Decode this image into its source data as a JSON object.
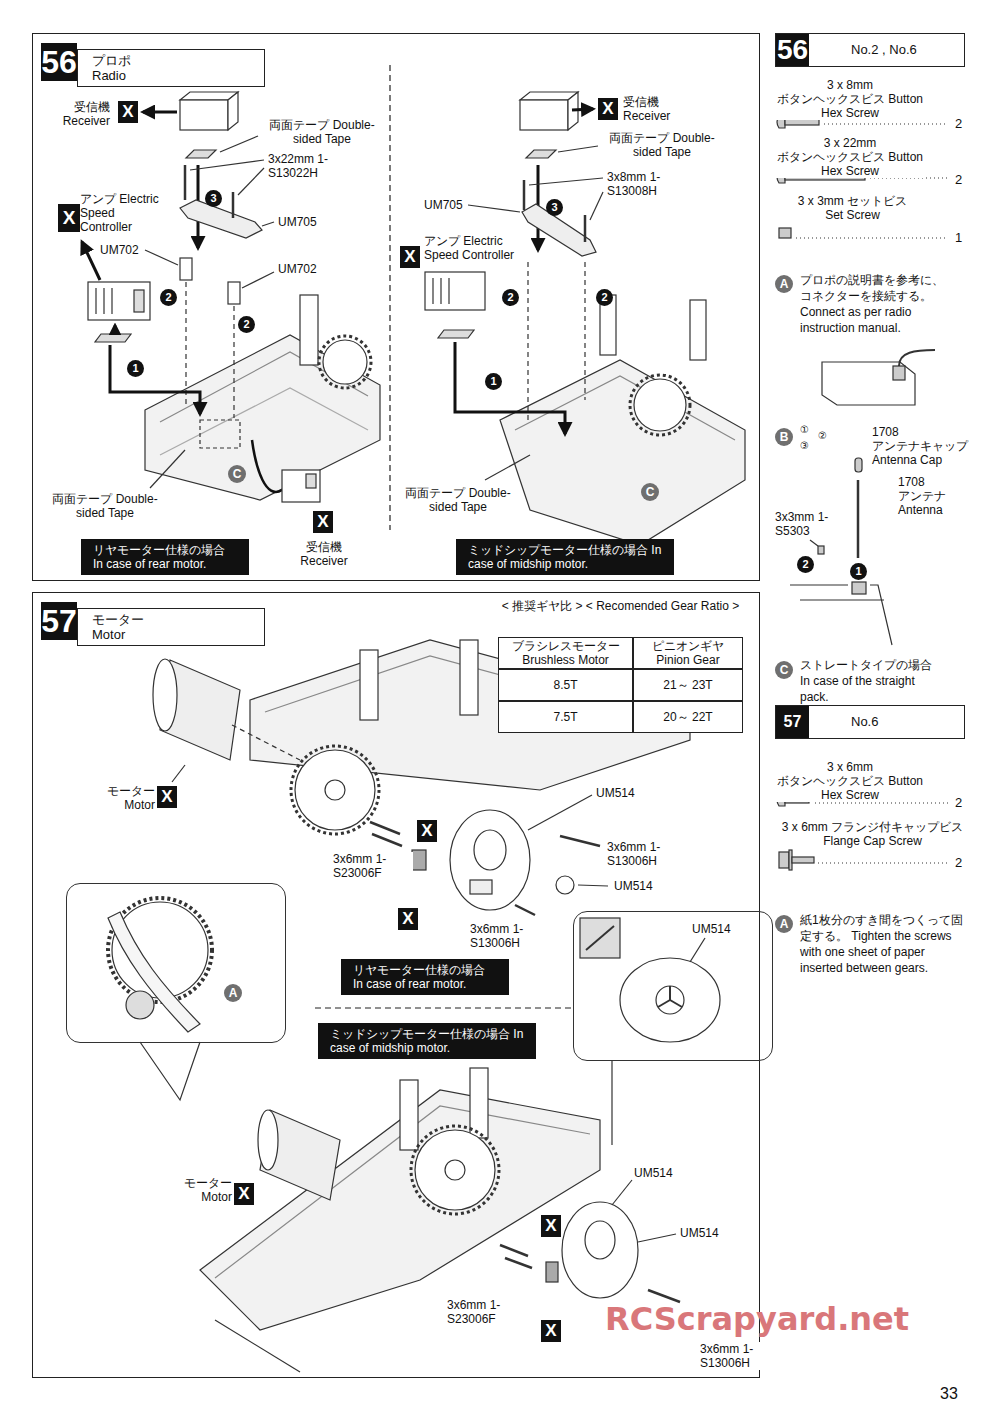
{
  "diagram": {
    "nodes": [
      {
        "text": [
          "56",
          "プロポ Radio"
        ]
      },
      {
        "text": [
          "リヤモーター仕様の場合 In case of rear motor."
        ],
        "in": 0
      },
      {
        "text": [
          "ミッドシップモーター仕様の場合 In case of midship motor."
        ],
        "in": 0
      },
      {
        "text": [
          "56",
          "No.2 , No.6"
        ]
      },
      {
        "text": [
          "57",
          "モーター Motor"
        ]
      },
      {
        "text": [
          "< 推奨ギヤ比 > < Recomended Gear Ratio >",
          "ブラシレスモーター Brushless Motor",
          "ピニオンギヤ Pinion Gear",
          "8.5T",
          "21～ 23T",
          "7.5T",
          "20～ 22T"
        ],
        "in": 4
      },
      {
        "text": [
          "A"
        ],
        "in": 4
      },
      {
        "text": [
          "リヤモーター仕様の場合 In case of rear motor."
        ],
        "in": 4
      },
      {
        "text": [
          "ミッドシップモーター仕様の場合 In case of midship motor."
        ],
        "in": 4
      },
      {
        "text": [
          "UM514"
        ],
        "in": 4
      },
      {
        "text": [
          "57",
          "No.6"
        ]
      }
    ],
    "labels": [
      "受信機 Receiver",
      "X",
      "両面テープ Double-sided Tape",
      "3x22mm 1-S13022H",
      "3",
      "アンプ Electric Speed Controller",
      "X",
      "UM705",
      "UM702",
      "UM702",
      "2",
      "2",
      "1",
      "両面テープ Double-sided Tape",
      "C",
      "X",
      "受信機 Receiver",
      "X",
      "受信機 Receiver",
      "両面テープ Double-sided Tape",
      "3x8mm 1-S13008H",
      "UM705",
      "3",
      "アンプ Electric Speed Controller",
      "X",
      "2",
      "2",
      "1",
      "両面テープ Double-sided Tape",
      "C",
      "モーター Motor",
      "X",
      "UM514",
      "X",
      "3x6mm 1-S13006H",
      "3x6mm 1-S23006F",
      "UM514",
      "X",
      "3x6mm 1-S13006H",
      "モーター Motor",
      "X",
      "UM514",
      "UM514",
      "X",
      "3x6mm 1-S23006F",
      "X",
      "3x6mm 1-S13006H",
      "3 x 8mm ボタンヘックスビス Button Hex Screw",
      "2",
      "3 x 22mm ボタンヘックスビス Button Hex Screw",
      "2",
      "3 x 3mm セットビス Set Screw",
      "1",
      "A",
      "プロポの説明書を参考に、コネクターを接続する。 Connect as per radio instruction manual.",
      "B",
      "①",
      "②",
      "③",
      "1708 アンテナキャップ Antenna Cap",
      "1708 アンテナ Antenna",
      "3x3mm 1-S5303",
      "2",
      "1",
      "C",
      "ストレートタイプの場合 In case of the straight pack.",
      "3 x 6mm ボタンヘックスビス Button Hex Screw",
      "2",
      "3 x 6mm フランジ付キャップビス Flange Cap Screw",
      "2",
      "A",
      "紙1枚分のすき間をつくって固定する。 Tighten the screws with one sheet of paper inserted between gears.",
      "RCScrapyard.net",
      "33"
    ]
  }
}
